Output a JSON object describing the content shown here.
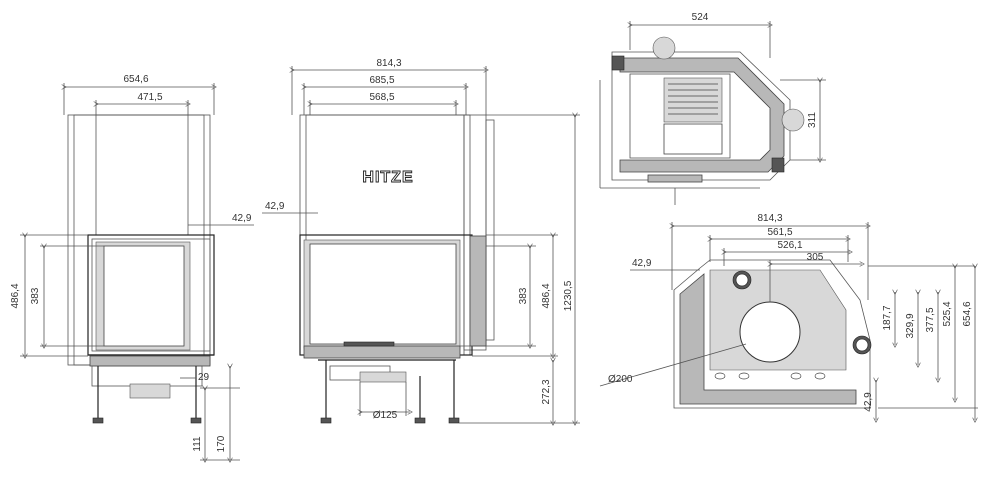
{
  "front_view": {
    "width_outer": "654,6",
    "width_inner": "471,5",
    "frame_offset": "42,9",
    "height_total": "486,4",
    "height_door": "383",
    "leg_offset": "29",
    "leg_height": "111",
    "leg_height_total": "170"
  },
  "side_view": {
    "width_total": "814,3",
    "width_mid": "685,5",
    "width_inner": "568,5",
    "frame_offset": "42,9",
    "height_door": "383",
    "height_total": "486,4",
    "height_overall": "1230,5",
    "height_base": "272,3",
    "flue_diameter": "Ø125",
    "logo": "HITZE"
  },
  "top_view": {
    "width": "524",
    "depth": "311"
  },
  "plan_view": {
    "width_total": "814,3",
    "width_a": "561,5",
    "width_b": "526,1",
    "width_c": "305",
    "offset_left": "42,9",
    "offset_bottom": "42,9",
    "duct_diameter": "Ø200",
    "dim_1": "187,7",
    "dim_2": "329,9",
    "dim_3": "377,5",
    "dim_4": "525,4",
    "dim_5": "654,6"
  }
}
